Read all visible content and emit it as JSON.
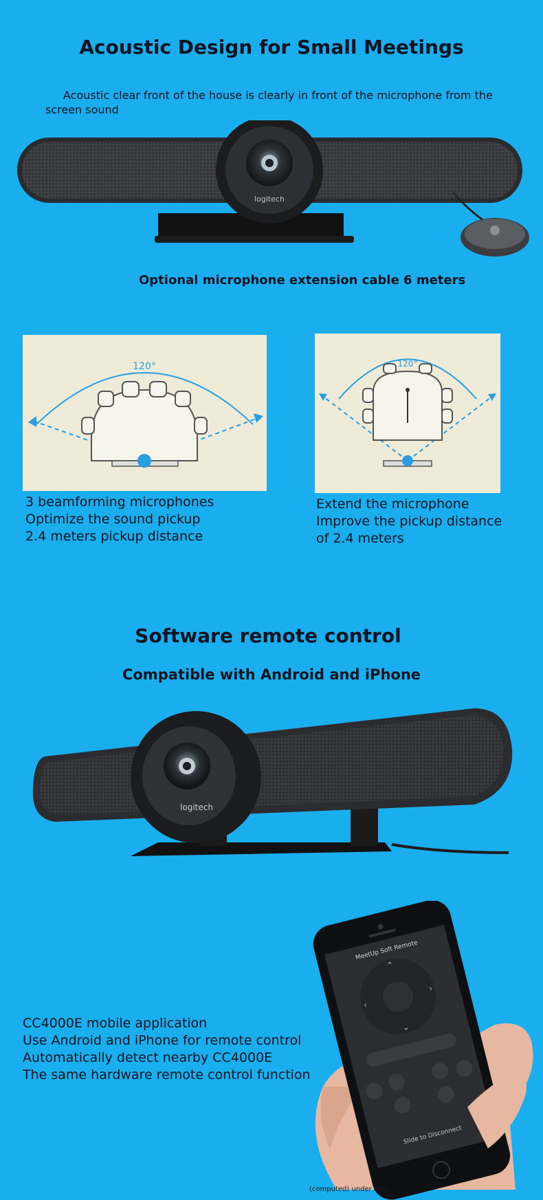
{
  "section1": {
    "title": "Acoustic Design for Small Meetings",
    "subtitle": "Acoustic clear front of the house is clearly in front of the microphone from the screen sound",
    "device_brand": "logitech",
    "mic_caption": "Optional microphone extension cable 6 meters"
  },
  "diagrams": {
    "left": {
      "angle": "120°",
      "lines": [
        "3 beamforming microphones",
        "Optimize the sound pickup",
        "2.4 meters pickup distance"
      ]
    },
    "right": {
      "angle": "120°",
      "lines": [
        "Extend the microphone",
        "Improve the pickup distance",
        "of 2.4 meters"
      ]
    }
  },
  "section2": {
    "title": "Software remote control",
    "subtitle": "Compatible with Android and iPhone",
    "device_brand": "logitech"
  },
  "section3": {
    "lines": [
      "CC4000E mobile application",
      "Use Android and iPhone for remote control",
      "Automatically detect nearby CC4000E",
      "The same hardware remote control function"
    ],
    "phone": {
      "app_title": "MeetUp Soft Remote",
      "slide_text": "Slide to Disconnect",
      "footer": "(computed) under NDA"
    }
  },
  "colors": {
    "background": "#1aaeee",
    "text": "#0b1420",
    "accent": "#2a9ee0"
  }
}
